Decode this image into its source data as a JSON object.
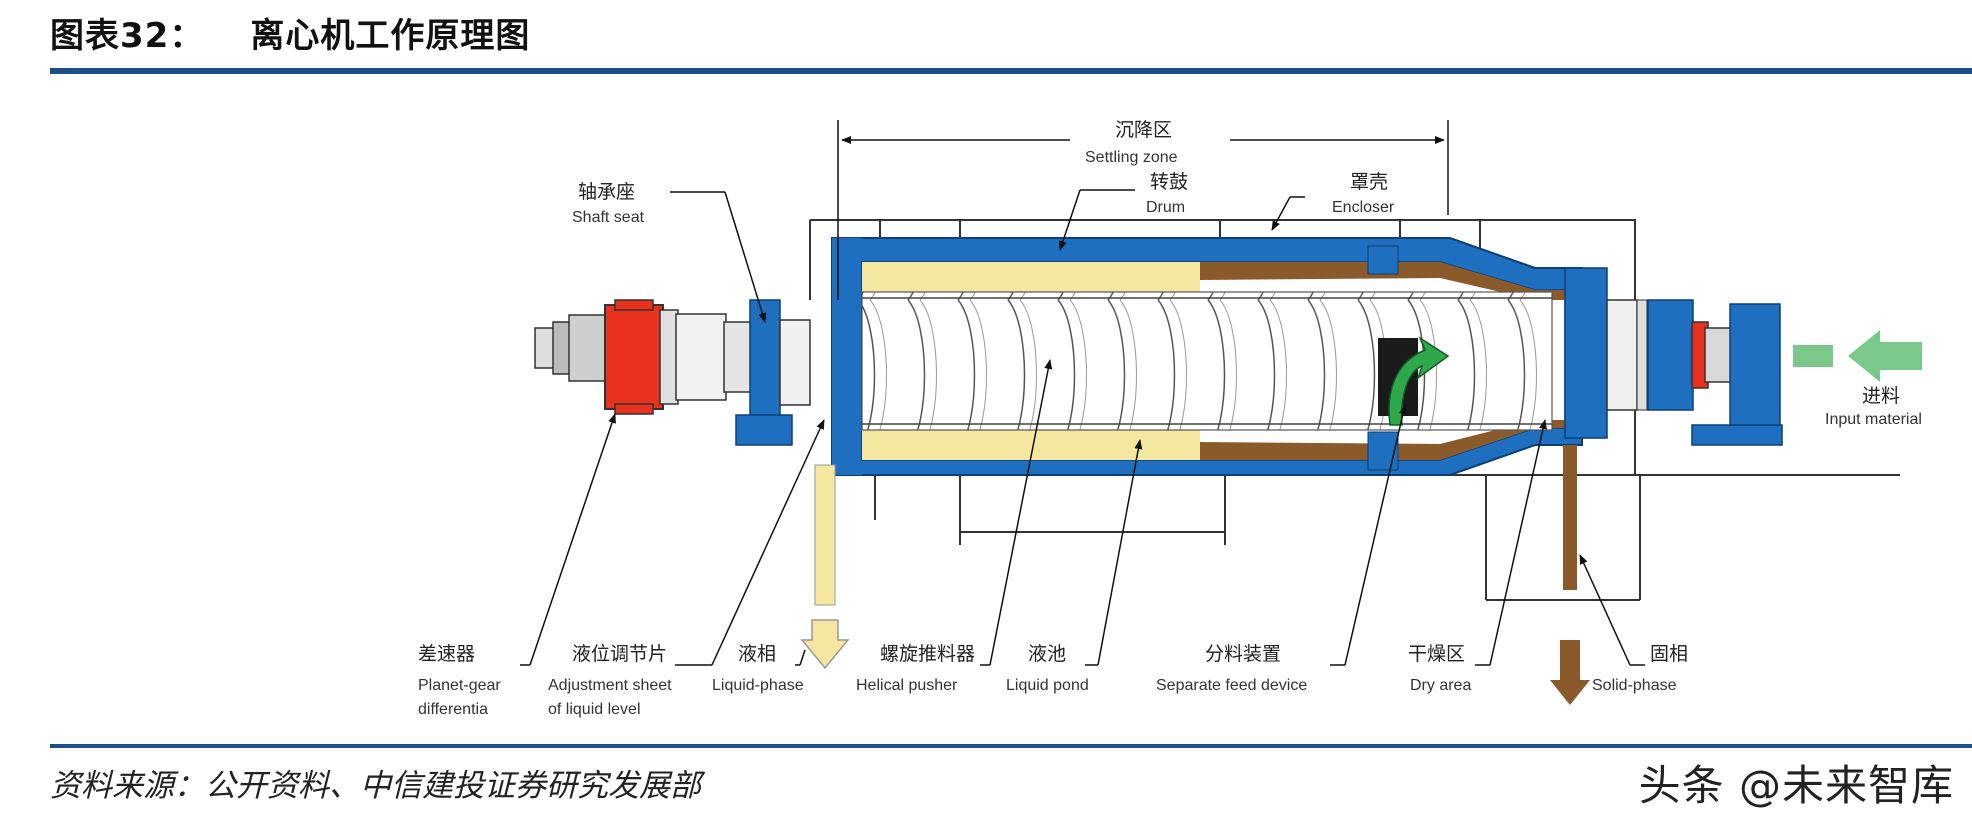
{
  "figure": {
    "number": "图表32：",
    "title": "离心机工作原理图"
  },
  "source": "资料来源：公开资料、中信建投证券研究发展部",
  "watermark": "头条 @未来智库",
  "labels": {
    "settling_zone": {
      "cn": "沉降区",
      "en": "Settling zone"
    },
    "drum": {
      "cn": "转鼓",
      "en": "Drum"
    },
    "encloser": {
      "cn": "罩壳",
      "en": "Encloser"
    },
    "shaft_seat": {
      "cn": "轴承座",
      "en": "Shaft seat"
    },
    "input_material": {
      "cn": "进料",
      "en": "Input material"
    },
    "planet_gear": {
      "cn": "差速器",
      "en1": "Planet-gear",
      "en2": "differentia"
    },
    "adjustment_sheet": {
      "cn": "液位调节片",
      "en1": "Adjustment sheet",
      "en2": "of liquid level"
    },
    "liquid_phase": {
      "cn": "液相",
      "en": "Liquid-phase"
    },
    "helical_pusher": {
      "cn": "螺旋推料器",
      "en": "Helical pusher"
    },
    "liquid_pond": {
      "cn": "液池",
      "en": "Liquid pond"
    },
    "separate_feed": {
      "cn": "分料装置",
      "en": "Separate feed device"
    },
    "dry_area": {
      "cn": "干燥区",
      "en": "Dry area"
    },
    "solid_phase": {
      "cn": "固相",
      "en": "Solid-phase"
    }
  },
  "colors": {
    "frame_blue": "#1e6fc0",
    "differential_red": "#e8321e",
    "liquid_yellow": "#f5e6a0",
    "solid_brown": "#8b5a2b",
    "feed_green": "#2ea84a",
    "input_arrow_green": "#7bc98a",
    "rule_blue": "#1c4f8b"
  }
}
